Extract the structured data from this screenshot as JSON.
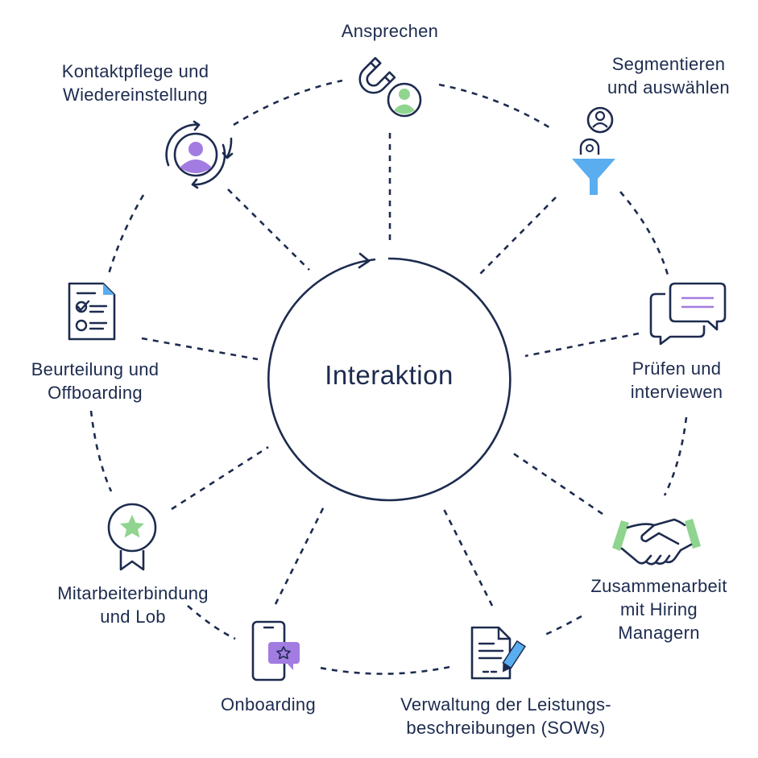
{
  "center": {
    "title": "Interaktion"
  },
  "stages": [
    {
      "key": "ansprechen",
      "lines": [
        "Ansprechen"
      ],
      "icon": "magnet-user-icon"
    },
    {
      "key": "segmentieren",
      "lines": [
        "Segmentieren",
        "und auswählen"
      ],
      "icon": "funnel-users-icon"
    },
    {
      "key": "pruefen",
      "lines": [
        "Prüfen und",
        "interviewen"
      ],
      "icon": "chat-bubbles-icon"
    },
    {
      "key": "zusammenarbeit",
      "lines": [
        "Zusammenarbeit",
        "mit Hiring",
        "Managern"
      ],
      "icon": "handshake-icon"
    },
    {
      "key": "verwaltung",
      "lines": [
        "Verwaltung der Leistungs-",
        "beschreibungen (SOWs)"
      ],
      "icon": "document-pen-icon"
    },
    {
      "key": "onboarding",
      "lines": [
        "Onboarding"
      ],
      "icon": "phone-star-icon"
    },
    {
      "key": "mitarbeiterbindung",
      "lines": [
        "Mitarbeiterbindung",
        "und Lob"
      ],
      "icon": "award-badge-icon"
    },
    {
      "key": "beurteilung",
      "lines": [
        "Beurteilung und",
        "Offboarding"
      ],
      "icon": "checklist-document-icon"
    },
    {
      "key": "kontaktpflege",
      "lines": [
        "Kontaktpflege und",
        "Wiedereinstellung"
      ],
      "icon": "cycle-user-icon"
    }
  ],
  "colors": {
    "navy": "#1d2b4f",
    "green": "#8fd48f",
    "purple": "#a27ce0",
    "blue": "#5aaef0",
    "white": "#ffffff"
  }
}
